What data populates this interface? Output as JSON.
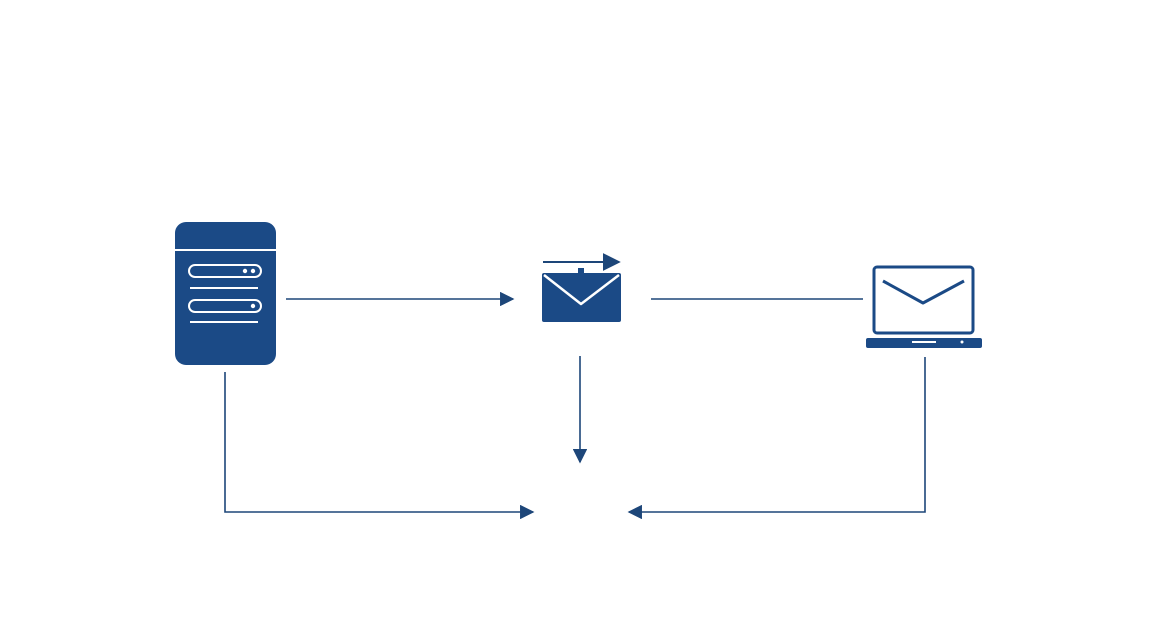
{
  "diagram": {
    "nodes": [
      {
        "id": "server",
        "icon": "server-icon",
        "label": ""
      },
      {
        "id": "mail",
        "icon": "envelope-icon",
        "label": ""
      },
      {
        "id": "laptop",
        "icon": "laptop-mail-icon",
        "label": ""
      }
    ],
    "edges": [
      {
        "from": "server",
        "to": "mail"
      },
      {
        "from": "mail",
        "to": "laptop"
      },
      {
        "from": "mail",
        "to": "bottom"
      },
      {
        "from": "server",
        "to": "bottom"
      },
      {
        "from": "laptop",
        "to": "bottom"
      }
    ]
  },
  "colors": {
    "primary": "#1b4a86",
    "line": "#1d4679",
    "background": "#ffffff",
    "detail": "#ffffff"
  }
}
